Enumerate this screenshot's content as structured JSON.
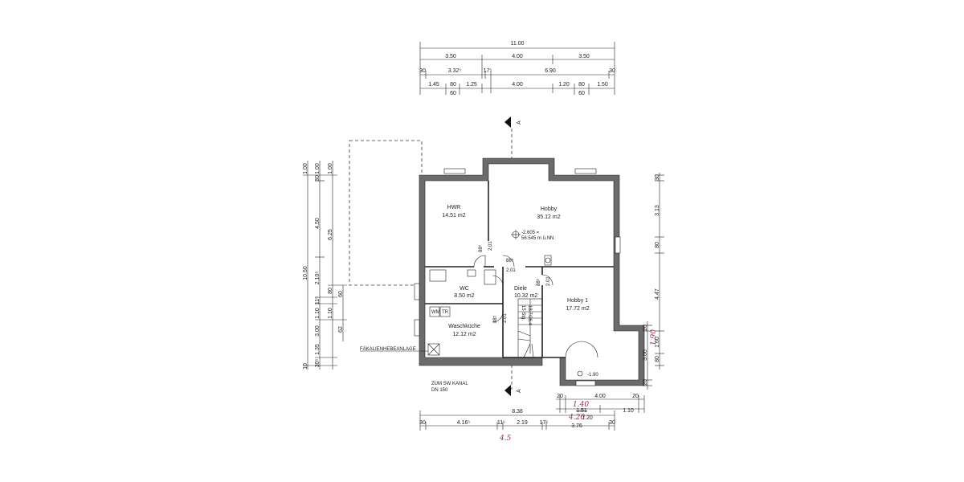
{
  "rooms": {
    "hwr": {
      "name": "HWR",
      "area": "14.51 m2"
    },
    "hobby": {
      "name": "Hobby",
      "area": "35.12 m2"
    },
    "wc": {
      "name": "WC",
      "area": "8.50 m2"
    },
    "diele": {
      "name": "Diele",
      "area": "10.32 m2"
    },
    "hobby1": {
      "name": "Hobby 1",
      "area": "17.72 m2"
    },
    "waschkueche": {
      "name": "Waschküche",
      "area": "12.12 m2"
    }
  },
  "level_note": {
    "line1": "-2.605 =",
    "line2": "56.545 m ü.NN"
  },
  "notes": {
    "faekalien": "FÄKALIENHEBEANLAGE",
    "kanal1": "ZUM SW KANAL",
    "kanal2": "DN 150",
    "section": "A",
    "wm": "WM",
    "tr": "TR",
    "stair1": "15 Stg.",
    "stair2": "18.7/26.4",
    "door1": "2.01",
    "door2": "2.01",
    "door3": "2.01",
    "door4": "2.01",
    "door5": "2.01",
    "h1": "88⁵",
    "h2": "88⁵",
    "h3": "88⁵",
    "h4": "88⁵",
    "window_level": "-1.90"
  },
  "dims_top": {
    "row1": [
      "11.00"
    ],
    "row2": [
      "3.50",
      "4.00",
      "3.50"
    ],
    "row3": [
      "30",
      "3.32⁵",
      "17⁵",
      "6.90",
      "30"
    ],
    "row4": [
      "1.45",
      "80",
      "1.25",
      "4.00",
      "1.20",
      "80",
      "1.50"
    ],
    "row4_sub": [
      "60",
      "60"
    ]
  },
  "dims_bottom": {
    "row1": [
      "8.38"
    ],
    "row2": [
      "30",
      "4.16⁵",
      "11⁵",
      "2.19",
      "17⁵",
      "3.76",
      "30"
    ],
    "annex": [
      "20",
      "4.00",
      "20"
    ],
    "annex2": [
      "1.51",
      "1.10"
    ],
    "annex3": [
      "1.20"
    ],
    "hand1": "1.40",
    "hand2": "4.20",
    "hand3": "4.5"
  },
  "dims_left": {
    "outer": "10.50",
    "mid": [
      "1.00",
      "6.25",
      "60",
      "62"
    ],
    "inner": [
      "1.00",
      "30",
      "4.50",
      "2.10⁵",
      "11⁵",
      "1.10",
      "3.00",
      "1.35",
      "30⁵"
    ],
    "small": [
      "80",
      "10"
    ]
  },
  "dims_right": {
    "main": [
      "30",
      "3.13",
      "80",
      "4.47",
      "1.60",
      "80"
    ],
    "annex": [
      "20",
      "3.00",
      "20"
    ],
    "hand": "1.90"
  }
}
